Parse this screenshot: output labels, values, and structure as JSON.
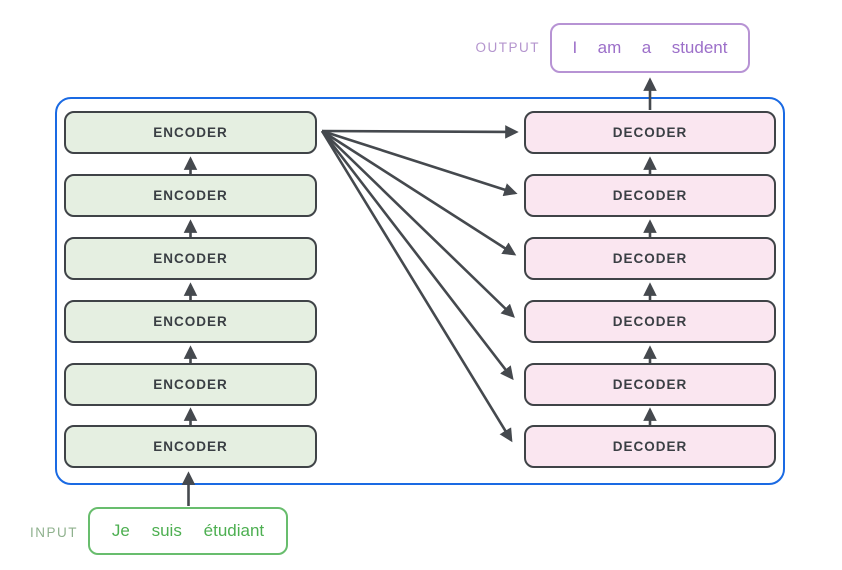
{
  "diagram": {
    "title": "transformer-encoder-decoder-stack",
    "output_label": "OUTPUT",
    "input_label": "INPUT",
    "encoder_label": "ENCODER",
    "decoder_label": "DECODER",
    "encoder_count": 6,
    "decoder_count": 6,
    "output_words": [
      "I",
      "am",
      "a",
      "student"
    ],
    "input_words": [
      "Je",
      "suis",
      "étudiant"
    ],
    "output_sentence": "I am a student",
    "input_sentence": "Je suis étudiant"
  },
  "colors": {
    "container_border": "#1a6ae3",
    "encoder_fill": "#e5efe1",
    "decoder_fill": "#fae6f0",
    "box_border": "#3f4347",
    "box_text": "#3a3f44",
    "arrow": "#45494e",
    "output_border": "#b793d4",
    "output_text": "#9c6fc9",
    "output_label": "#b495ce",
    "input_border": "#68bd6d",
    "input_text": "#4daf51",
    "input_label": "#8fb18e"
  }
}
